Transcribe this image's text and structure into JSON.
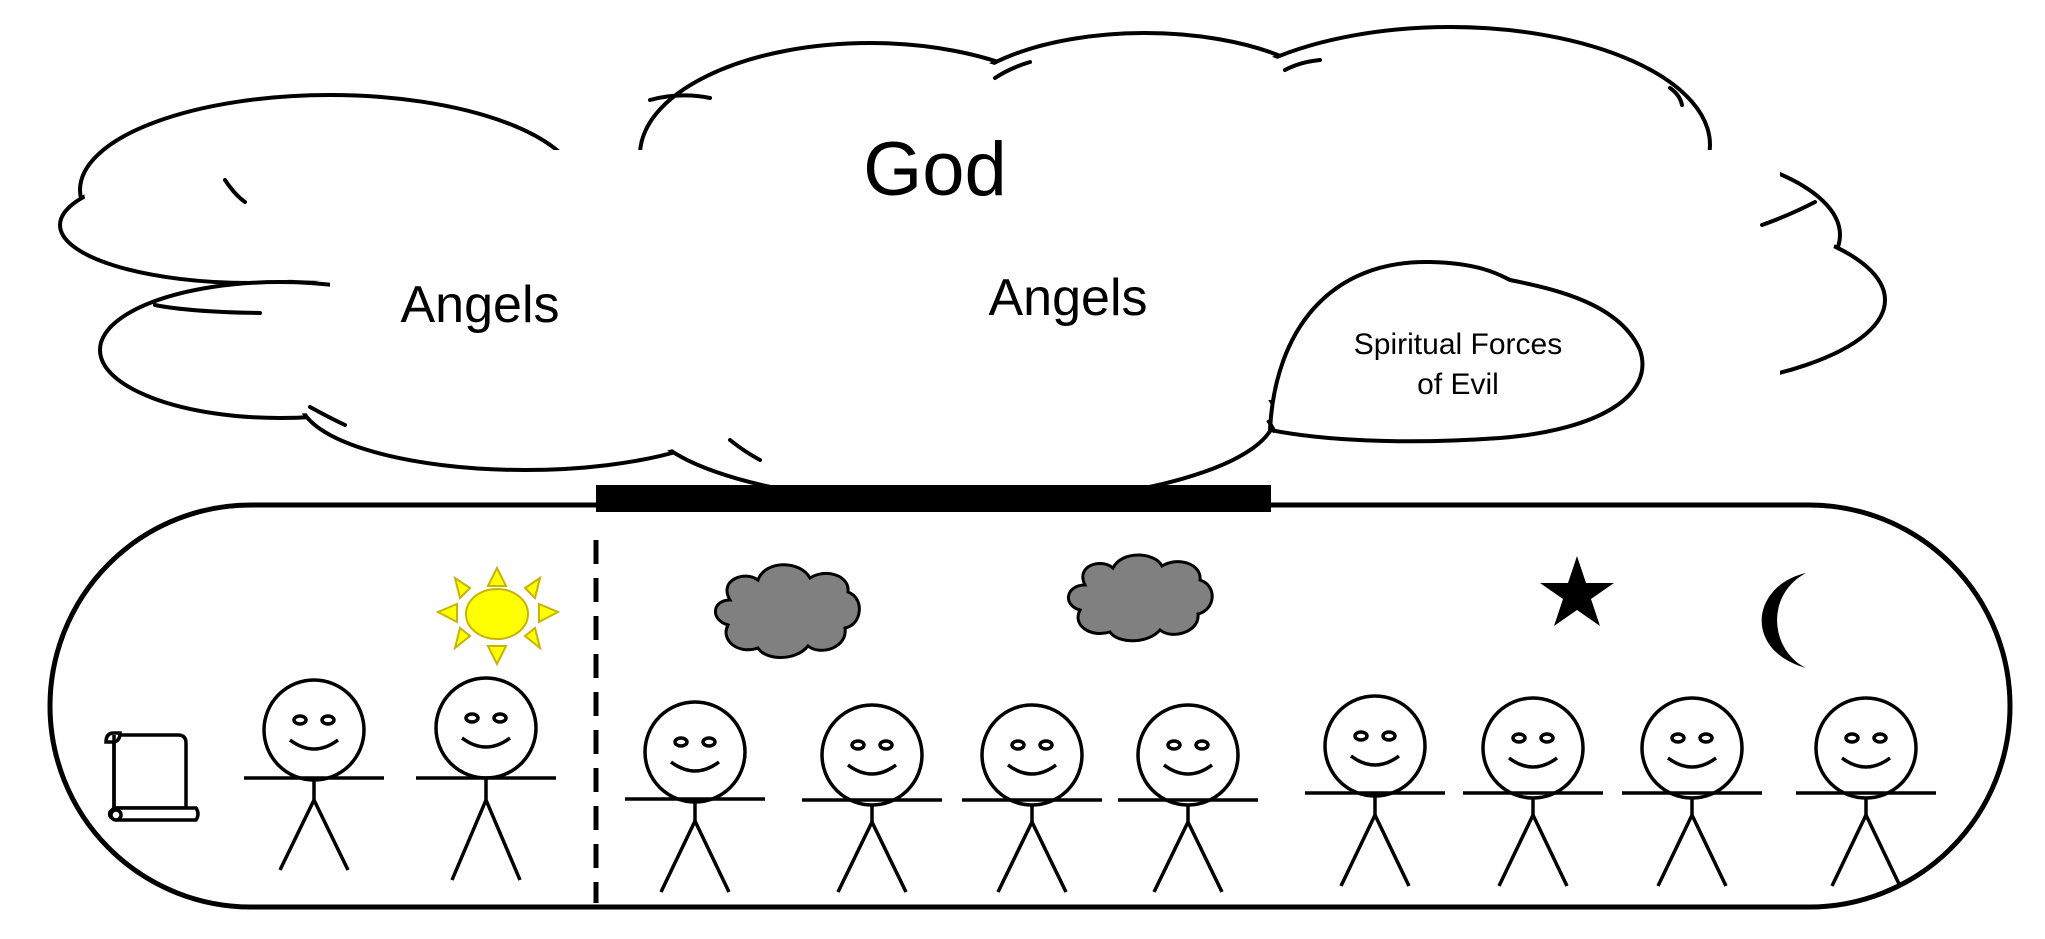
{
  "heaven": {
    "title": "God",
    "left_label": "Angels",
    "center_label": "Angels",
    "evil_label_line1": "Spiritual Forces",
    "evil_label_line2": "of Evil"
  },
  "colors": {
    "sun": "#ffff00",
    "sun_stroke": "#c8b400",
    "storm_cloud": "#808080",
    "outline": "#000000"
  },
  "icons": [
    "scroll-icon",
    "sun-icon",
    "storm-cloud-icon",
    "star-icon",
    "crescent-moon-icon",
    "stick-figure-icon"
  ],
  "people_count": 10
}
